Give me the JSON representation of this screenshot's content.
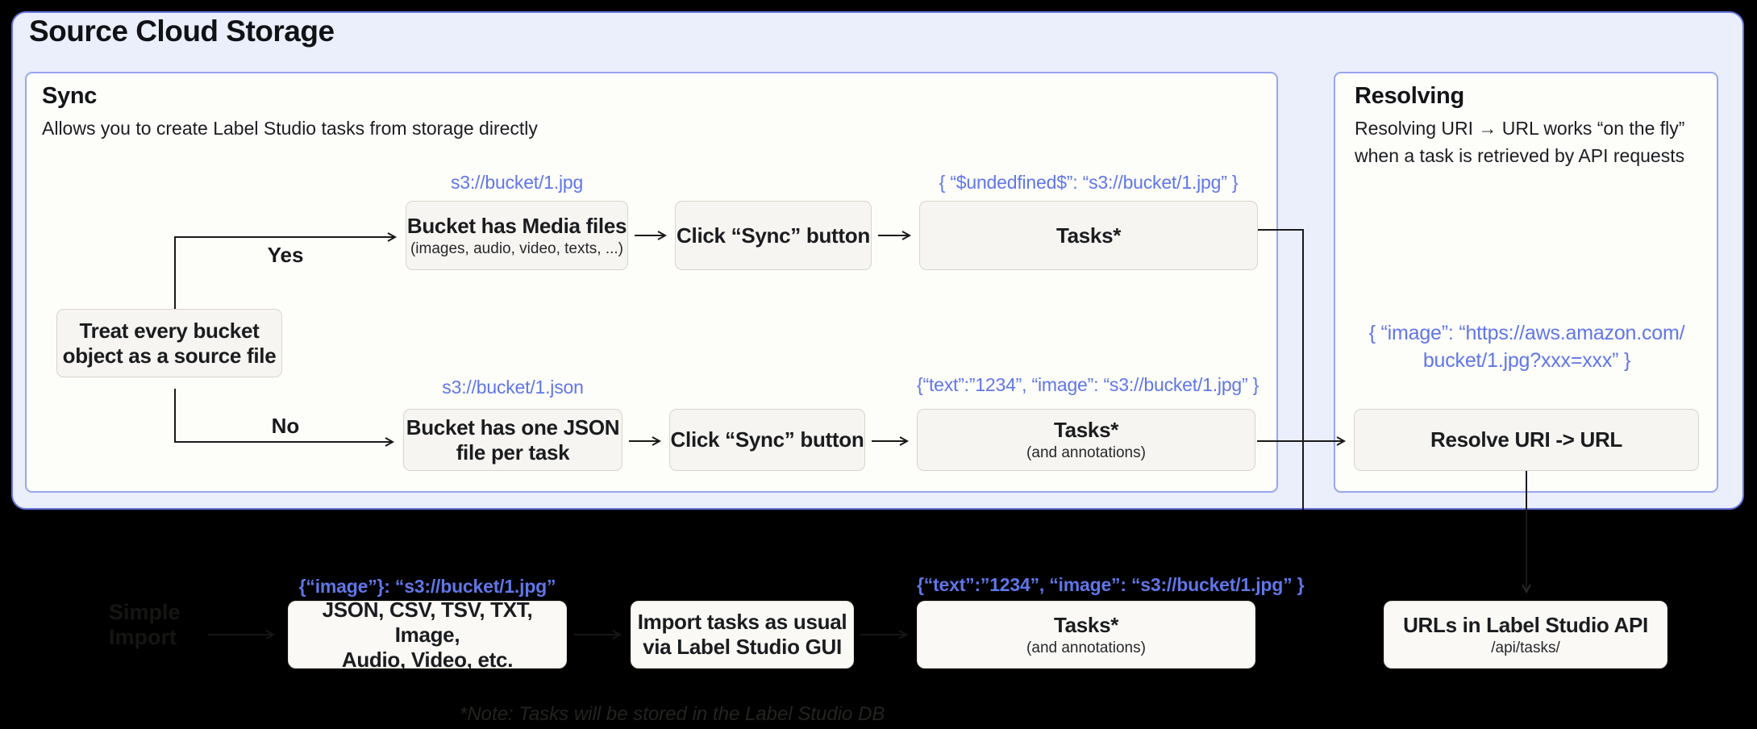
{
  "page": {
    "title": "Source Cloud Storage"
  },
  "colors": {
    "background": "#000000",
    "outer_panel_bg": "#ebeefb",
    "outer_panel_border": "#6474dd",
    "inner_panel_bg": "#fdfdfa",
    "inner_panel_border": "#97a6ee",
    "flow_box_bg": "#f7f5f1",
    "flow_box_border": "#d8d4ca",
    "blue_text": "#6076e8",
    "dark_text": "#17191c",
    "connector": "#1a1a1a"
  },
  "sync": {
    "title": "Sync",
    "subtitle": "Allows you to create Label Studio tasks from storage directly",
    "decision": {
      "line1": "Treat every bucket",
      "line2": "object as a source file",
      "yes": "Yes",
      "no": "No"
    },
    "row_media": {
      "uri": "s3://bucket/1.jpg",
      "bucket_box": {
        "title": "Bucket has Media files",
        "caption": "(images, audio, video, texts, ...)"
      },
      "sync_button": "Click “Sync” button",
      "tasks_json": "{ “$undedfined$”: “s3://bucket/1.jpg” }",
      "tasks_box": {
        "title": "Tasks*"
      }
    },
    "row_json": {
      "uri": "s3://bucket/1.json",
      "bucket_box": {
        "line1": "Bucket has one JSON",
        "line2": "file per task"
      },
      "sync_button": "Click “Sync” button",
      "tasks_json": "{“text”:”1234”,  “image”: “s3://bucket/1.jpg” }",
      "tasks_box": {
        "title": "Tasks*",
        "caption": "(and annotations)"
      }
    }
  },
  "resolving": {
    "title": "Resolving",
    "desc_line1": "Resolving URI → URL works “on the fly”",
    "desc_line2": "when a task is retrieved by API requests",
    "json_line1": "{ “image”: “https://aws.amazon.com/",
    "json_line2": "bucket/1.jpg?xxx=xxx” }",
    "resolve_box": "Resolve URI -> URL"
  },
  "bottom": {
    "hidden_label": {
      "line1": "Simple",
      "line2": "Import"
    },
    "import_json": "{“image”}: “s3://bucket/1.jpg”",
    "formats_box": {
      "line1": "JSON, CSV, TSV, TXT, Image,",
      "line2": "Audio, Video, etc."
    },
    "gui_box": {
      "line1": "Import tasks as usual",
      "line2": "via Label Studio GUI"
    },
    "tasks_json": "{“text”:”1234”,  “image”: “s3://bucket/1.jpg” }",
    "tasks_box": {
      "title": "Tasks*",
      "caption": "(and annotations)"
    },
    "api_box": {
      "title": "URLs in Label Studio API",
      "caption": "/api/tasks/"
    },
    "note": "*Note: Tasks will be stored in the Label Studio DB"
  }
}
